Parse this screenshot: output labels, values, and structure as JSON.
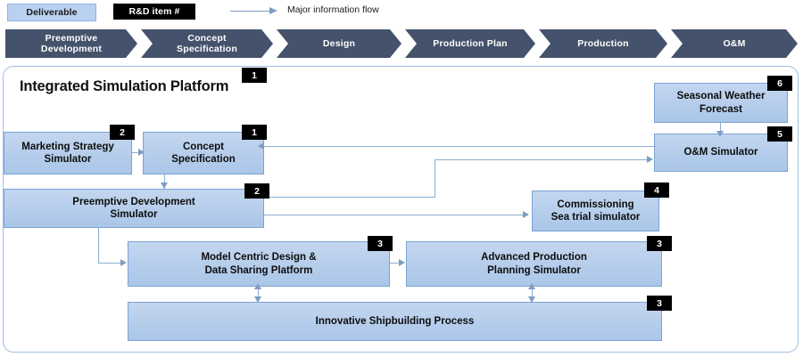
{
  "legend": {
    "deliverable_label": "Deliverable",
    "rd_item_label": "R&D item #",
    "flow_label": "Major information flow"
  },
  "phases": [
    {
      "label": "Preemptive\nDevelopment"
    },
    {
      "label": "Concept\nSpecification"
    },
    {
      "label": "Design"
    },
    {
      "label": "Production Plan"
    },
    {
      "label": "Production"
    },
    {
      "label": "O&M"
    }
  ],
  "platform": {
    "title": "Integrated Simulation Platform",
    "badge": "1"
  },
  "nodes": [
    {
      "id": "marketing-strategy-simulator",
      "label": "Marketing Strategy\nSimulator",
      "badge": "2"
    },
    {
      "id": "concept-specification",
      "label": "Concept\nSpecification",
      "badge": "1"
    },
    {
      "id": "seasonal-weather-forecast",
      "label": "Seasonal Weather\nForecast",
      "badge": "6"
    },
    {
      "id": "om-simulator",
      "label": "O&M Simulator",
      "badge": "5"
    },
    {
      "id": "preemptive-development-simulator",
      "label": "Preemptive Development\nSimulator",
      "badge": "2"
    },
    {
      "id": "commissioning-sea-trial-simulator",
      "label": "Commissioning\nSea trial simulator",
      "badge": "4"
    },
    {
      "id": "model-centric-design-data-sharing-platform",
      "label": "Model Centric Design &\nData Sharing Platform",
      "badge": "3"
    },
    {
      "id": "advanced-production-planning-simulator",
      "label": "Advanced Production\nPlanning Simulator",
      "badge": "3"
    },
    {
      "id": "innovative-shipbuilding-process",
      "label": "Innovative Shipbuilding Process",
      "badge": "3"
    }
  ],
  "colors": {
    "phase_bar": "#44526b",
    "node_fill": "#b4cbe8",
    "node_border": "#7ca3d2",
    "container_border": "#9fc0e4",
    "connector": "#8badd1",
    "badge_bg": "#000000",
    "legend_deliverable": "#b9d1ef"
  }
}
